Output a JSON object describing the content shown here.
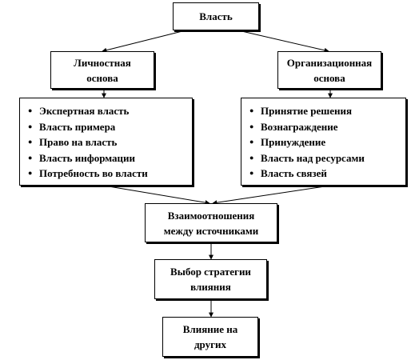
{
  "root": "Власть",
  "personal": {
    "title": [
      "Личностная",
      "основа"
    ],
    "items": [
      "Экспертная власть",
      "Власть примера",
      "Право на власть",
      "Власть информации",
      "Потребность во власти"
    ]
  },
  "organizational": {
    "title": [
      "Организационная",
      "основа"
    ],
    "items": [
      "Принятие решения",
      "Вознаграждение",
      "Принуждение",
      "Власть над ресурсами",
      "Власть связей"
    ]
  },
  "relations": [
    "Взаимоотношения",
    "между источниками"
  ],
  "strategy": [
    "Выбор стратегии",
    "влияния"
  ],
  "influence": [
    "Влияние на",
    "других"
  ]
}
